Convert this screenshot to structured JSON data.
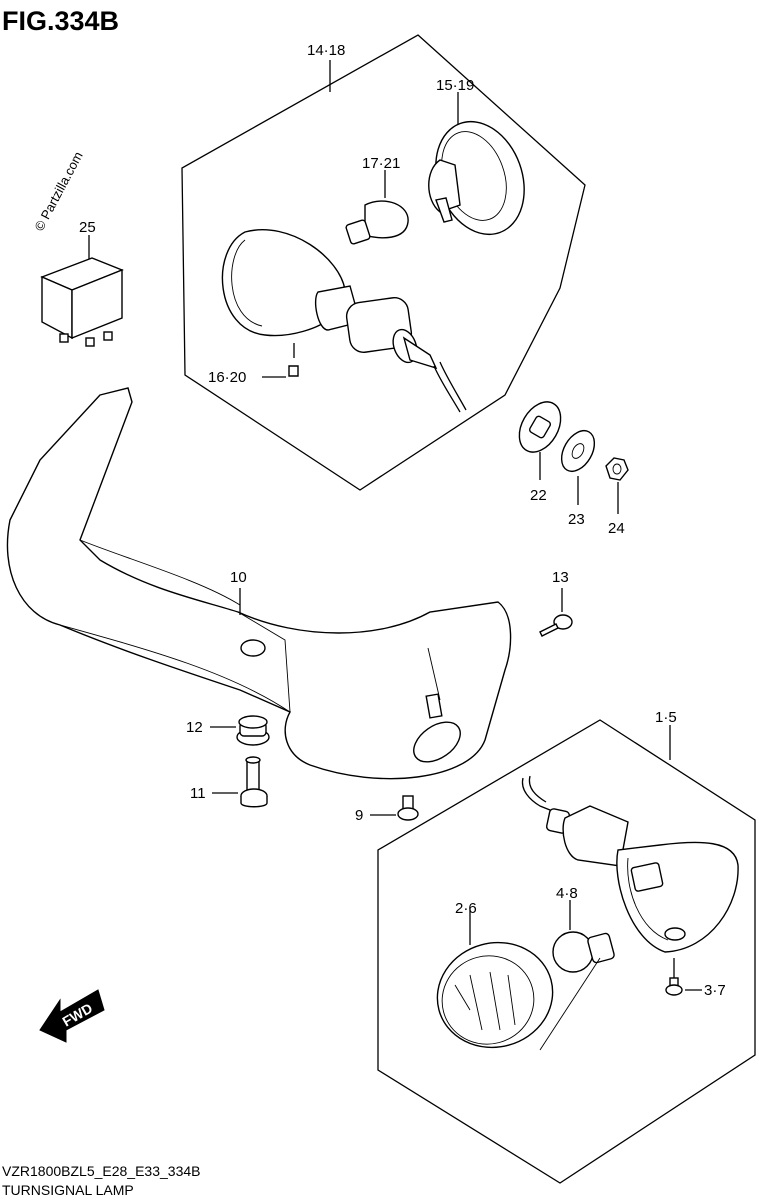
{
  "figure": {
    "title": "FIG.334B",
    "watermark": "© Partzilla.com",
    "model_code": "VZR1800BZL5_E28_E33_334B",
    "caption": "TURNSIGNAL LAMP",
    "fwd_label": "FWD"
  },
  "callouts": {
    "rear_lamp_assy": "14·18",
    "rear_lens": "15·19",
    "rear_bulb": "17·21",
    "rear_lens_screw": "16·20",
    "relay": "25",
    "cushion": "22",
    "washer": "23",
    "nut": "24",
    "bracket": "10",
    "bracket_screw_upper": "13",
    "grommet": "12",
    "bolt": "11",
    "bracket_screw_lower": "9",
    "front_lamp_assy": "1·5",
    "front_lens": "2·6",
    "front_bulb": "4·8",
    "front_lens_screw": "3·7"
  }
}
